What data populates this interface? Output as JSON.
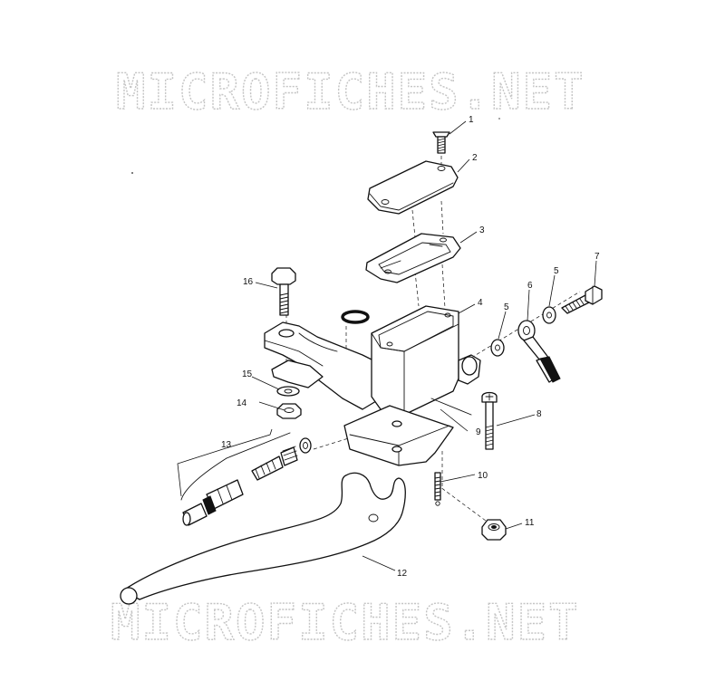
{
  "watermark": {
    "top_text": "MICROFICHES.NET",
    "bottom_text": "MICROFICHES.NET"
  },
  "callouts": {
    "c1": "1",
    "c2": "2",
    "c3": "3",
    "c4": "4",
    "c5a": "5",
    "c5b": "5",
    "c6": "6",
    "c7": "7",
    "c8": "8",
    "c9": "9",
    "c10": "10",
    "c11": "11",
    "c12": "12",
    "c13": "13",
    "c14": "14",
    "c15": "15",
    "c16": "16"
  },
  "colors": {
    "line": "#111111",
    "watermark": "#c4c4c4",
    "background": "#ffffff"
  }
}
